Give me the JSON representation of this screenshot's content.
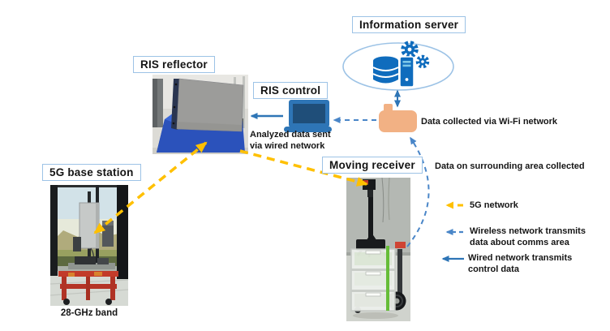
{
  "nodes": {
    "information_server": {
      "label": "Information server"
    },
    "ris_reflector": {
      "label": "RIS reflector"
    },
    "ris_control": {
      "label": "RIS control"
    },
    "base_station": {
      "label": "5G base station",
      "caption": "28-GHz band"
    },
    "moving_receiver": {
      "label": "Moving receiver"
    }
  },
  "annotations": {
    "wifi_collect": "Data collected via Wi-Fi network",
    "surrounding_area": "Data on surrounding area collected",
    "analyzed_line1": "Analyzed data sent",
    "analyzed_line2": "via wired network"
  },
  "legend": {
    "items": [
      {
        "style": "dashed-yellow",
        "line1": "5G network",
        "line2": ""
      },
      {
        "style": "dashed-blue",
        "line1": "Wireless network transmits",
        "line2": "data about comms area"
      },
      {
        "style": "solid-blue",
        "line1": "Wired network transmits",
        "line2": "control data"
      }
    ]
  },
  "icons": {
    "database": "database-icon",
    "server": "server-icon",
    "gears": "gear-icon",
    "router": "wifi-router-icon",
    "laptop": "laptop-icon"
  },
  "colors": {
    "yellow_5g": "#FFC000",
    "blue_solid": "#2E75B6",
    "blue_dashed": "#4A86C8",
    "icon_blue": "#0F6CBD",
    "router_peach": "#F2B184",
    "label_border": "#9DC3E6",
    "ris_base_blue": "#2B52BB"
  }
}
